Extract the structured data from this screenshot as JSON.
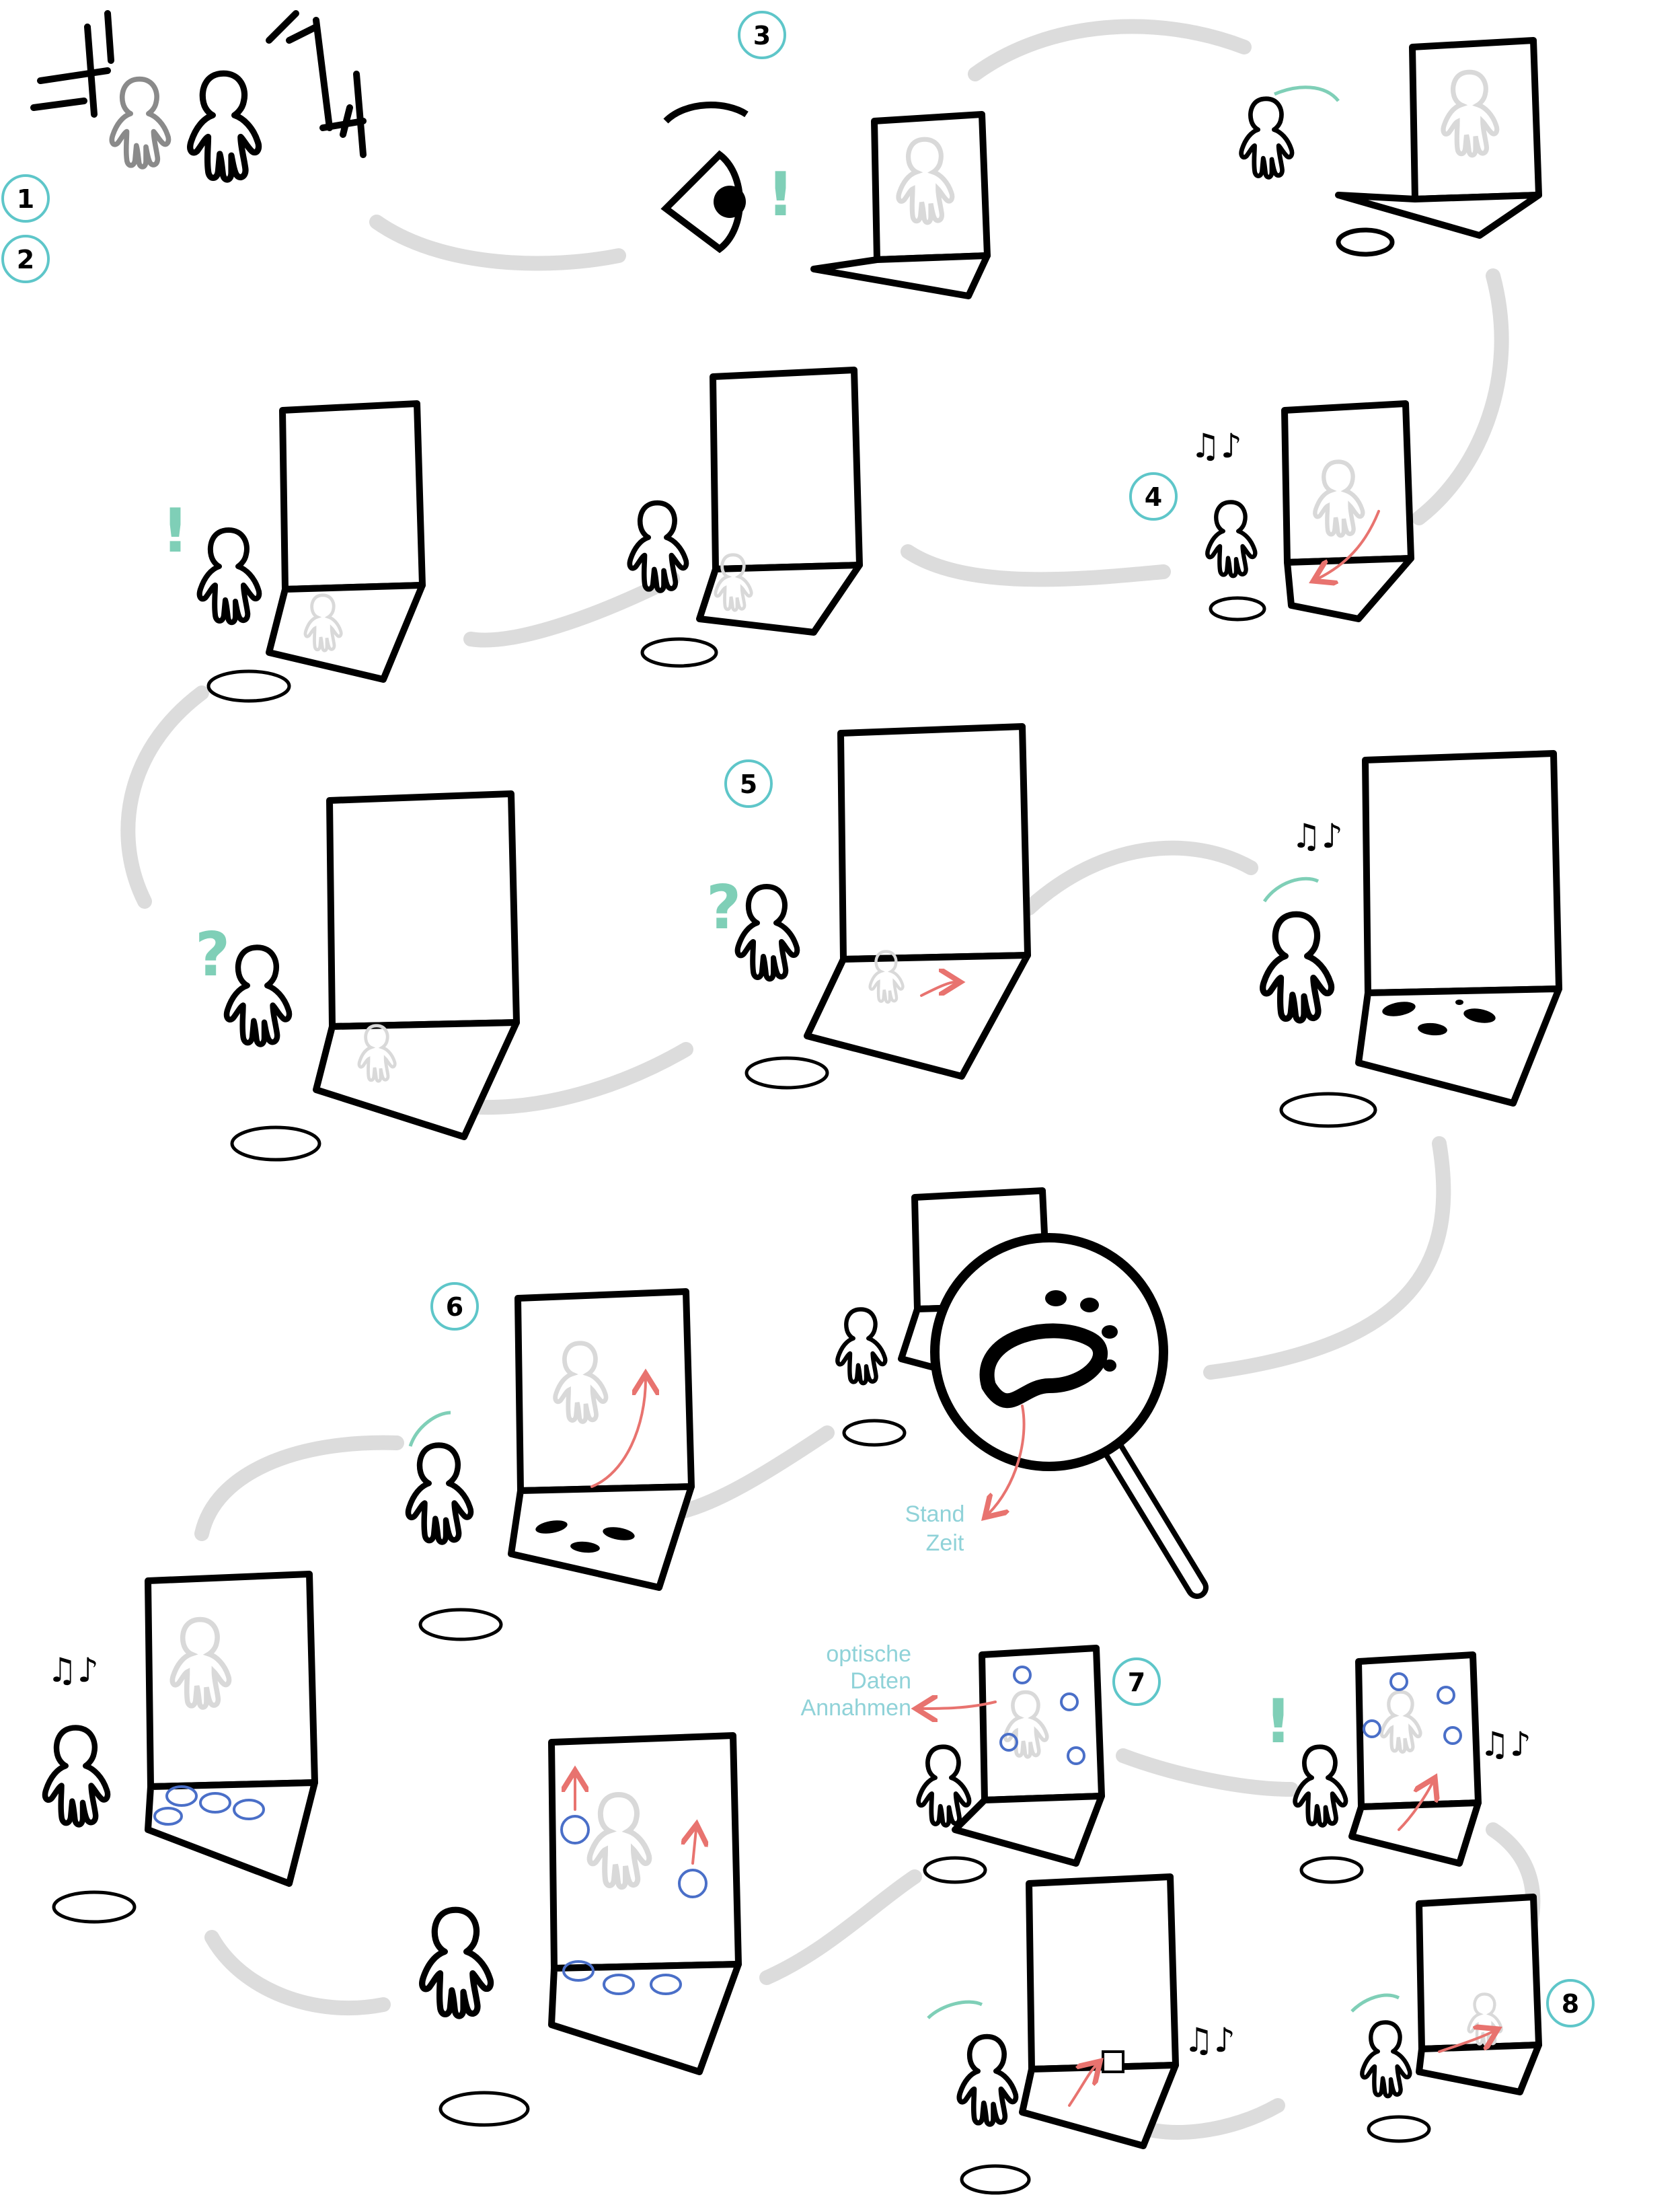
{
  "colors": {
    "ink": "#000000",
    "ghost": "#d9d9d9",
    "teal": "#7fcfb7",
    "teal_ring": "#5ec6c9",
    "coral": "#e8736f",
    "blue": "#4a6fc8",
    "label": "#8fd2d8",
    "connector": "#dcdcdc"
  },
  "icons": {
    "music": "music-notes-icon",
    "exclaim": "exclamation-icon",
    "question": "question-icon"
  },
  "steps": [
    {
      "key": "s1",
      "label": "1"
    },
    {
      "key": "s2",
      "label": "2"
    },
    {
      "key": "s3",
      "label": "3"
    },
    {
      "key": "s4",
      "label": "4"
    },
    {
      "key": "s5",
      "label": "5"
    },
    {
      "key": "s6",
      "label": "6"
    },
    {
      "key": "s7",
      "label": "7"
    },
    {
      "key": "s8",
      "label": "8"
    }
  ],
  "annotations": {
    "stand_zeit": [
      "Stand",
      "Zeit"
    ],
    "optische": [
      "optische",
      "Daten",
      "Annahmen"
    ]
  },
  "glyphs": {
    "exclaim": "!",
    "question": "?",
    "music": "♫♪"
  }
}
